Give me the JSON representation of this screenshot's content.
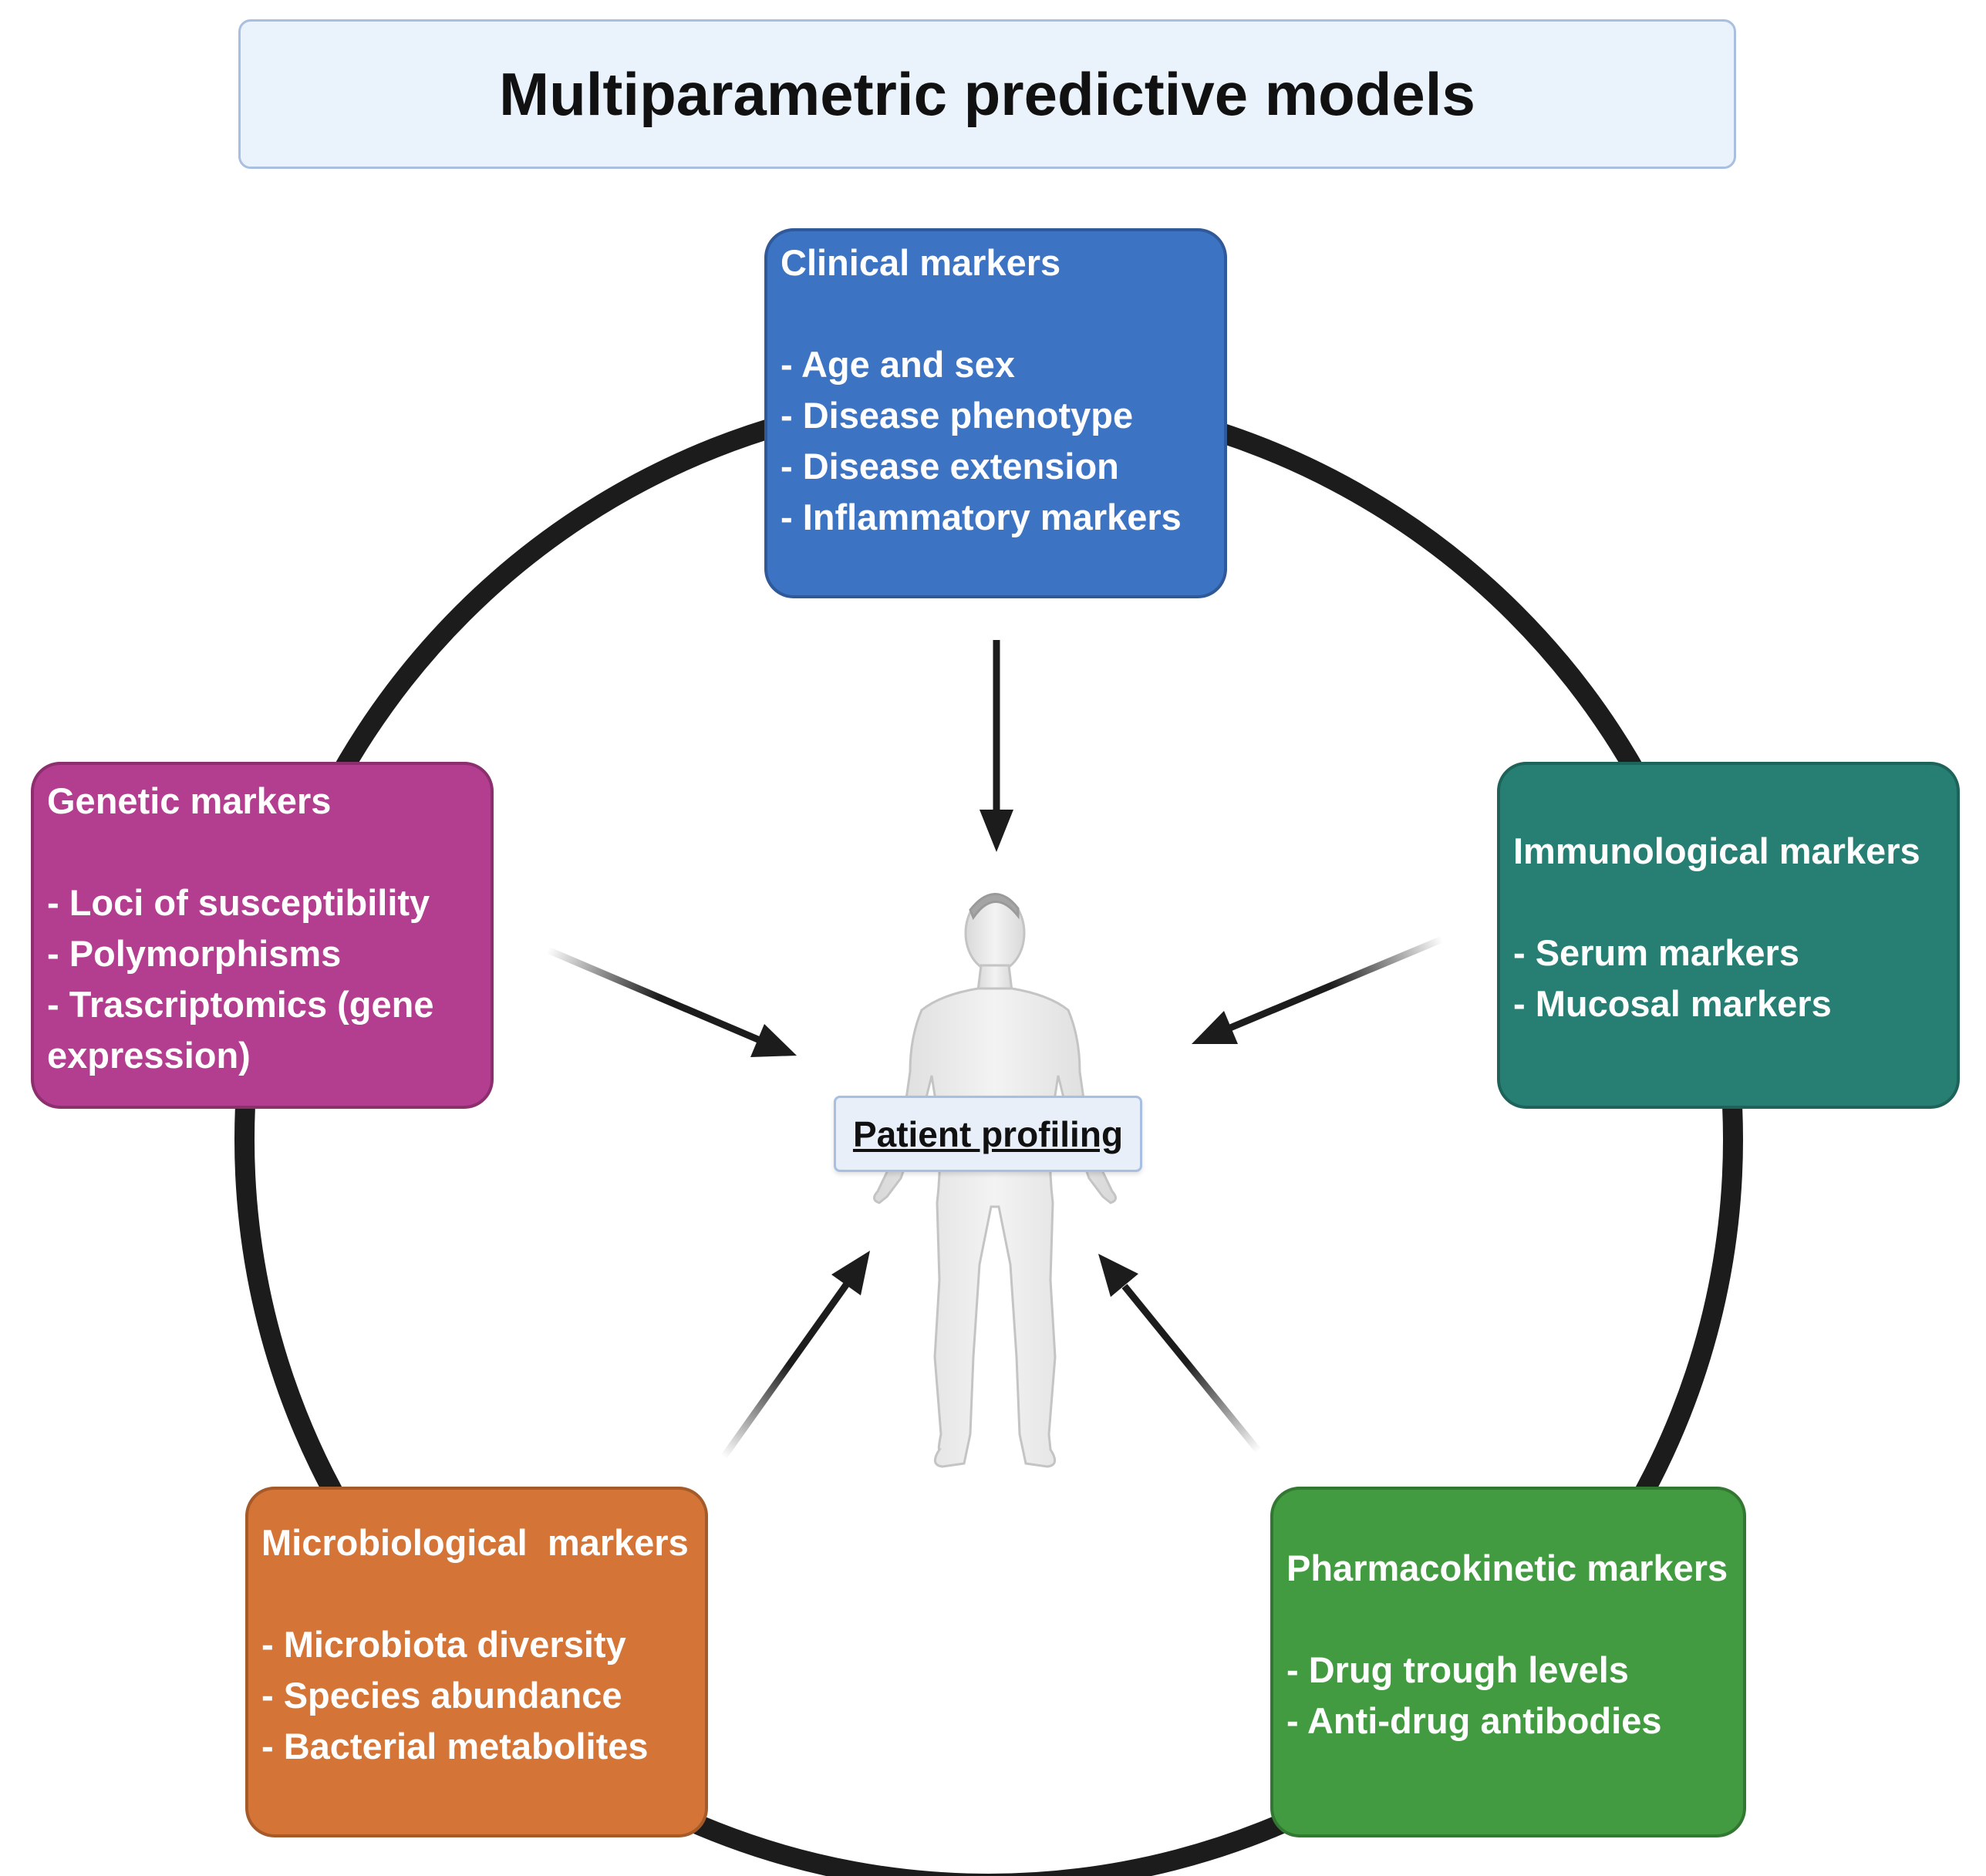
{
  "title": "Multiparametric predictive models",
  "center": {
    "label": "Patient profiling"
  },
  "boxes": {
    "clinical": {
      "heading": "Clinical markers",
      "items": [
        "- Age and sex",
        "- Disease phenotype",
        "- Disease extension",
        "- Inflammatory markers"
      ],
      "color": "#3d73c3"
    },
    "genetic": {
      "heading": "Genetic markers",
      "items": [
        "- Loci of susceptibility",
        "- Polymorphisms",
        "- Trascriptomics (gene expression)"
      ],
      "color": "#b33d8e"
    },
    "immunological": {
      "heading": "Immunological markers",
      "items": [
        "- Serum markers",
        "- Mucosal markers"
      ],
      "color": "#277f73"
    },
    "microbiological": {
      "heading": "Microbiological  markers",
      "items": [
        "- Microbiota diversity",
        "- Species abundance",
        "- Bacterial metabolites"
      ],
      "color": "#d47437"
    },
    "pharmacokinetic": {
      "heading": "Pharmacokinetic markers",
      "items": [
        "- Drug trough levels",
        "- Anti-drug antibodies"
      ],
      "color": "#429a41"
    }
  },
  "colors": {
    "ring": "#1c1c1c",
    "arrow": "#1c1c1c",
    "title_bg": "#eaf2fb",
    "title_border": "#a9bfe2"
  }
}
